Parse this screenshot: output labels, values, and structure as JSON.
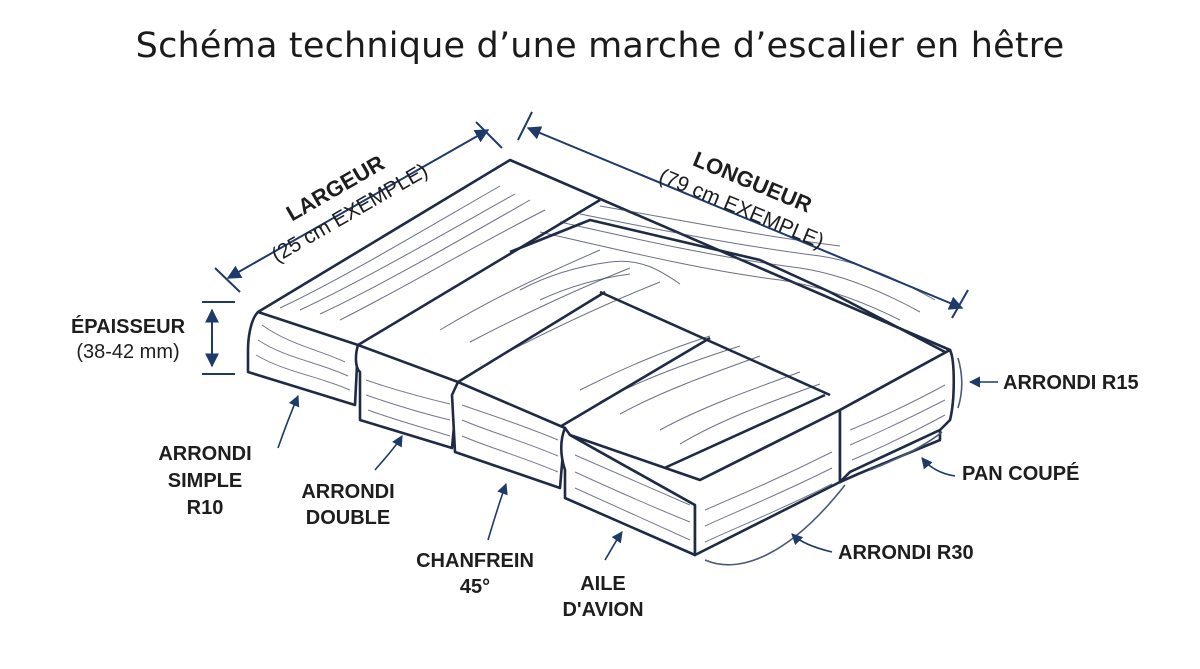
{
  "title": "Schéma technique d’une marche d’escalier en hêtre",
  "colors": {
    "outline": "#1f2a44",
    "arrow": "#1e3a6b",
    "text": "#1e1e1e",
    "background": "#ffffff"
  },
  "dimensions": {
    "width": {
      "label": "LARGEUR",
      "value": "(25 cm EXEMPLE)"
    },
    "length": {
      "label": "LONGUEUR",
      "value": "(79 cm EXEMPLE)"
    },
    "thickness": {
      "label": "ÉPAISSEUR",
      "value": "(38-42 mm)"
    }
  },
  "profiles": {
    "arrondi_simple": [
      "ARRONDI",
      "SIMPLE",
      "R10"
    ],
    "arrondi_double": [
      "ARRONDI",
      "DOUBLE"
    ],
    "chanfrein": [
      "CHANFREIN",
      "45°"
    ],
    "aile_avion": [
      "AILE",
      "D'AVION"
    ],
    "arrondi_r30": "ARRONDI R30",
    "pan_coupe": "PAN COUPÉ",
    "arrondi_r15": "ARRONDI R15"
  }
}
